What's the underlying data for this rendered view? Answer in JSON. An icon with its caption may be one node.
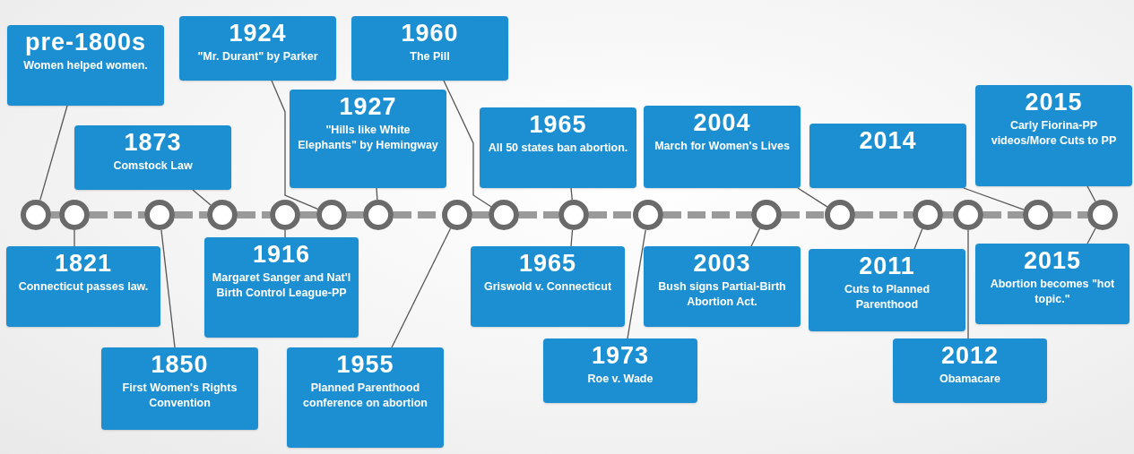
{
  "diagram": {
    "nodes": [
      {
        "text": [
          "pre-1800s",
          "Women helped women."
        ]
      },
      {
        "text": [
          "1821",
          "Connecticut passes law."
        ]
      },
      {
        "text": [
          "1850",
          "First Women's Rights Convention"
        ]
      },
      {
        "text": [
          "1873",
          "Comstock Law"
        ]
      },
      {
        "text": [
          "1916",
          "Margaret Sanger and Nat'l Birth Control League-PP"
        ]
      },
      {
        "text": [
          "1924",
          "\"Mr. Durant\" by Parker"
        ]
      },
      {
        "text": [
          "1927",
          "\"Hills like White Elephants\" by Hemingway"
        ]
      },
      {
        "text": [
          "1955",
          "Planned Parenthood conference on abortion"
        ]
      },
      {
        "text": [
          "1960",
          "The Pill"
        ]
      },
      {
        "text": [
          "1965",
          "All 50 states ban abortion."
        ]
      },
      {
        "text": [
          "1965",
          "Griswold v. Connecticut"
        ]
      },
      {
        "text": [
          "1973",
          "Roe v. Wade"
        ]
      },
      {
        "text": [
          "2003",
          "Bush signs Partial-Birth Abortion Act."
        ]
      },
      {
        "text": [
          "2004",
          "March for Women's Lives"
        ]
      },
      {
        "text": [
          "2011",
          "Cuts to Planned Parenthood"
        ]
      },
      {
        "text": [
          "2012",
          "Obamacare"
        ]
      },
      {
        "text": [
          "2014"
        ]
      },
      {
        "text": [
          "2015",
          "Carly Fiorina-PP videos/More Cuts to PP"
        ]
      },
      {
        "text": [
          "2015",
          "Abortion becomes \"hot topic.\""
        ]
      },
      {
        "text": [],
        "shape": "circle"
      },
      {
        "text": [],
        "shape": "circle"
      },
      {
        "text": [],
        "shape": "circle"
      },
      {
        "text": [],
        "shape": "circle"
      },
      {
        "text": [],
        "shape": "circle"
      },
      {
        "text": [],
        "shape": "circle"
      },
      {
        "text": [],
        "shape": "circle"
      },
      {
        "text": [],
        "shape": "circle"
      },
      {
        "text": [],
        "shape": "circle"
      },
      {
        "text": [],
        "shape": "circle"
      },
      {
        "text": [],
        "shape": "circle"
      },
      {
        "text": [],
        "shape": "circle"
      },
      {
        "text": [],
        "shape": "circle"
      },
      {
        "text": [],
        "shape": "circle"
      },
      {
        "text": [],
        "shape": "circle"
      },
      {
        "text": [],
        "shape": "circle"
      },
      {
        "text": [],
        "shape": "circle"
      }
    ],
    "edges": [
      {
        "from": 0,
        "to": 19,
        "arrow": "none"
      },
      {
        "from": 1,
        "to": 20,
        "arrow": "none"
      },
      {
        "from": 2,
        "to": 21,
        "arrow": "none"
      },
      {
        "from": 3,
        "to": 22,
        "arrow": "none"
      },
      {
        "from": 4,
        "to": 23,
        "arrow": "none"
      },
      {
        "from": 5,
        "to": 24,
        "arrow": "none"
      },
      {
        "from": 6,
        "to": 25,
        "arrow": "none"
      },
      {
        "from": 7,
        "to": 26,
        "arrow": "none"
      },
      {
        "from": 8,
        "to": 27,
        "arrow": "none"
      },
      {
        "from": 9,
        "to": 28,
        "arrow": "none"
      },
      {
        "from": 10,
        "to": 28,
        "arrow": "none"
      },
      {
        "from": 11,
        "to": 29,
        "arrow": "none"
      },
      {
        "from": 12,
        "to": 30,
        "arrow": "none"
      },
      {
        "from": 13,
        "to": 31,
        "arrow": "none"
      },
      {
        "from": 14,
        "to": 32,
        "arrow": "none"
      },
      {
        "from": 15,
        "to": 33,
        "arrow": "none"
      },
      {
        "from": 16,
        "to": 34,
        "arrow": "none"
      },
      {
        "from": 17,
        "to": 35,
        "arrow": "none"
      },
      {
        "from": 18,
        "to": 35,
        "arrow": "none"
      },
      {
        "from": 19,
        "to": 20,
        "arrow": "none",
        "style": "dashed",
        "color": "#9a9a9a"
      },
      {
        "from": 20,
        "to": 21,
        "arrow": "none",
        "style": "dashed",
        "color": "#9a9a9a"
      },
      {
        "from": 21,
        "to": 22,
        "arrow": "none",
        "style": "dashed",
        "color": "#9a9a9a"
      },
      {
        "from": 22,
        "to": 23,
        "arrow": "none",
        "style": "dashed",
        "color": "#9a9a9a"
      },
      {
        "from": 23,
        "to": 24,
        "arrow": "none",
        "style": "dashed",
        "color": "#9a9a9a"
      },
      {
        "from": 24,
        "to": 25,
        "arrow": "none",
        "style": "dashed",
        "color": "#9a9a9a"
      },
      {
        "from": 25,
        "to": 26,
        "arrow": "none",
        "style": "dashed",
        "color": "#9a9a9a"
      },
      {
        "from": 26,
        "to": 27,
        "arrow": "none",
        "style": "dashed",
        "color": "#9a9a9a"
      },
      {
        "from": 27,
        "to": 28,
        "arrow": "none",
        "style": "dashed",
        "color": "#9a9a9a"
      },
      {
        "from": 28,
        "to": 29,
        "arrow": "none",
        "style": "dashed",
        "color": "#9a9a9a"
      },
      {
        "from": 29,
        "to": 30,
        "arrow": "none",
        "style": "dashed",
        "color": "#9a9a9a"
      },
      {
        "from": 30,
        "to": 31,
        "arrow": "none",
        "style": "dashed",
        "color": "#9a9a9a"
      },
      {
        "from": 31,
        "to": 32,
        "arrow": "none",
        "style": "dashed",
        "color": "#9a9a9a"
      },
      {
        "from": 32,
        "to": 33,
        "arrow": "none",
        "style": "dashed",
        "color": "#9a9a9a"
      },
      {
        "from": 33,
        "to": 34,
        "arrow": "none",
        "style": "dashed",
        "color": "#9a9a9a"
      },
      {
        "from": 34,
        "to": 35,
        "arrow": "none",
        "style": "dashed",
        "color": "#9a9a9a"
      }
    ]
  }
}
